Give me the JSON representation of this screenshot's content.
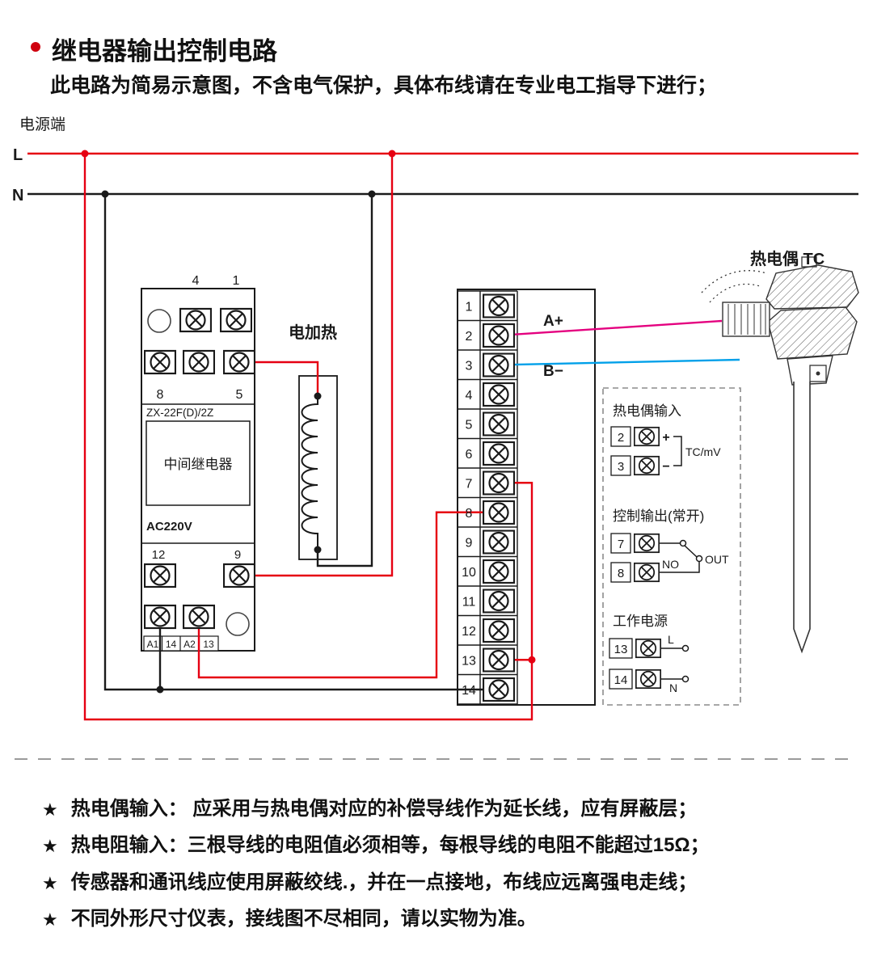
{
  "header": {
    "bullet_color": "#cf000e",
    "title": "继电器输出控制电路",
    "subtitle": "此电路为简易示意图，不含电气保护，具体布线请在专业电工指导下进行；"
  },
  "power_rails": {
    "section_label": "电源端",
    "live_label": "L",
    "neutral_label": "N"
  },
  "relay": {
    "model": "ZX-22F(D)/2Z",
    "name": "中间继电器",
    "voltage": "AC220V",
    "terminal_top_left": "4",
    "terminal_top_right": "1",
    "terminal_mid_left": "8",
    "terminal_mid_right": "5",
    "terminal_low_left": "12",
    "terminal_low_right": "9",
    "bottom_labels": [
      "A1",
      "14",
      "A2",
      "13"
    ]
  },
  "heater": {
    "label": "电加热"
  },
  "instrument": {
    "terminal_numbers": [
      "1",
      "2",
      "3",
      "4",
      "5",
      "6",
      "7",
      "8",
      "9",
      "10",
      "11",
      "12",
      "13",
      "14"
    ],
    "a_plus_label": "A+",
    "b_minus_label": "B−"
  },
  "panel": {
    "tc_input": {
      "title": "热电偶输入",
      "terminal_2": "2",
      "terminal_3": "3",
      "plus": "+",
      "minus": "−",
      "signal_label": "TC/mV"
    },
    "control_output": {
      "title": "控制输出(常开)",
      "terminal_7": "7",
      "terminal_8": "8",
      "no_label": "NO",
      "out_label": "OUT"
    },
    "work_power": {
      "title": "工作电源",
      "terminal_13": "13",
      "terminal_14": "14",
      "live": "L",
      "neutral": "N"
    }
  },
  "thermocouple": {
    "label": "热电偶 TC"
  },
  "notes": {
    "star": "★",
    "items": [
      "热电偶输入： 应采用与热电偶对应的补偿导线作为延长线，应有屏蔽层；",
      "热电阻输入：三根导线的电阻值必须相等，每根导线的电阻不能超过15Ω；",
      "传感器和通讯线应使用屏蔽绞线.，并在一点接地，布线应远离强电走线；",
      "不同外形尺寸仪表，接线图不尽相同，请以实物为准。"
    ]
  },
  "colors": {
    "live_wire": "#e60012",
    "neutral_wire": "#1a1a1a",
    "tc_plus_wire": "#e4007f",
    "tc_minus_wire": "#00a0e9"
  }
}
